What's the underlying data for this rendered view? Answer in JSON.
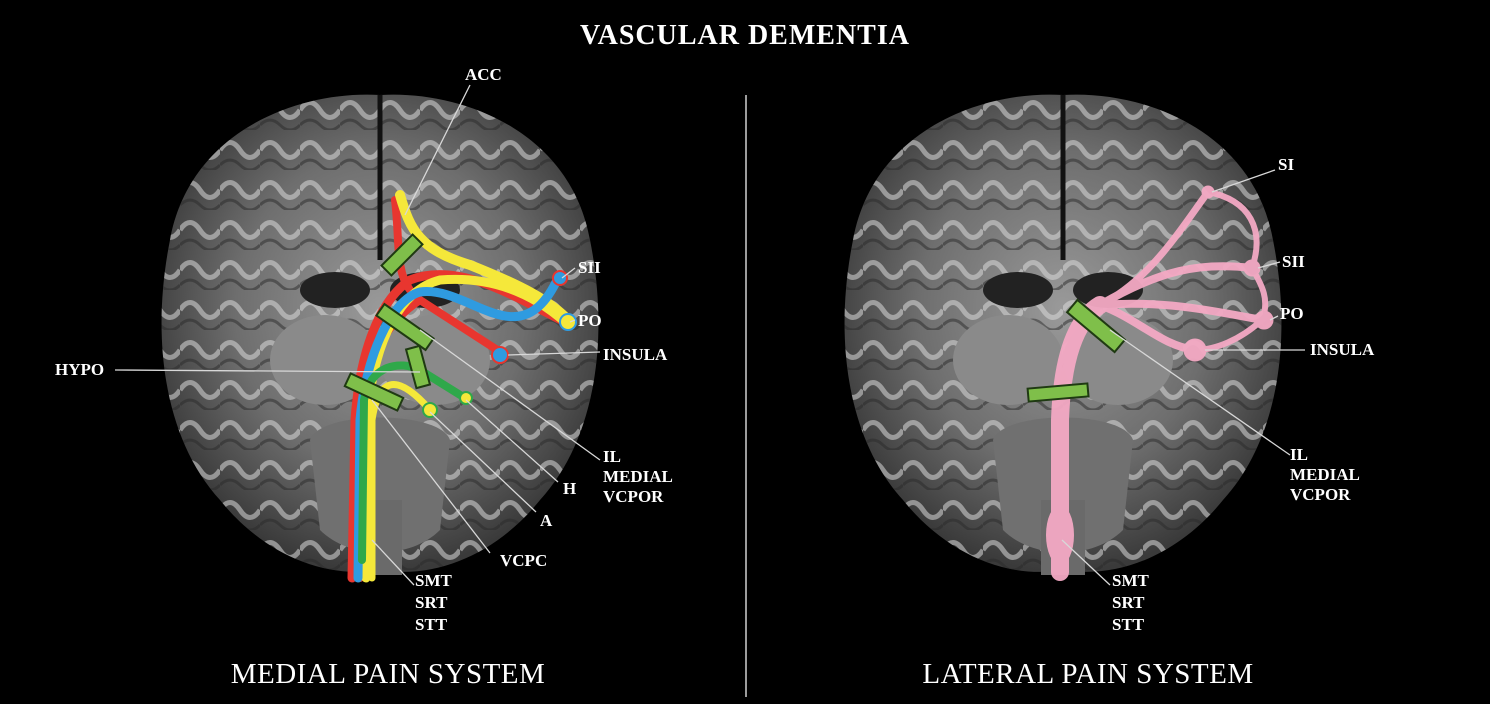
{
  "title": "VASCULAR DEMENTIA",
  "medial": {
    "caption": "MEDIAL PAIN SYSTEM",
    "labels": {
      "acc": "ACC",
      "sii": "SII",
      "po": "PO",
      "insula": "INSULA",
      "hypo": "HYPO",
      "il": "IL",
      "medial": "MEDIAL",
      "vcpor": "VCPOR",
      "h": "H",
      "a": "A",
      "vcpc": "VCPC",
      "smt": "SMT",
      "srt": "SRT",
      "stt": "STT"
    },
    "tract_colors": {
      "red": "#e8362f",
      "yellow": "#f5e83a",
      "blue": "#2f9be0",
      "green": "#2fa84a"
    }
  },
  "lateral": {
    "caption": "LATERAL PAIN SYSTEM",
    "labels": {
      "si": "SI",
      "sii": "SII",
      "po": "PO",
      "insula": "INSULA",
      "il": "IL",
      "medial": "MEDIAL",
      "vcpor": "VCPOR",
      "smt": "SMT",
      "srt": "SRT",
      "stt": "STT"
    },
    "tract_color": "#f4a9c4"
  },
  "lesion_color": "#7fbf4a"
}
